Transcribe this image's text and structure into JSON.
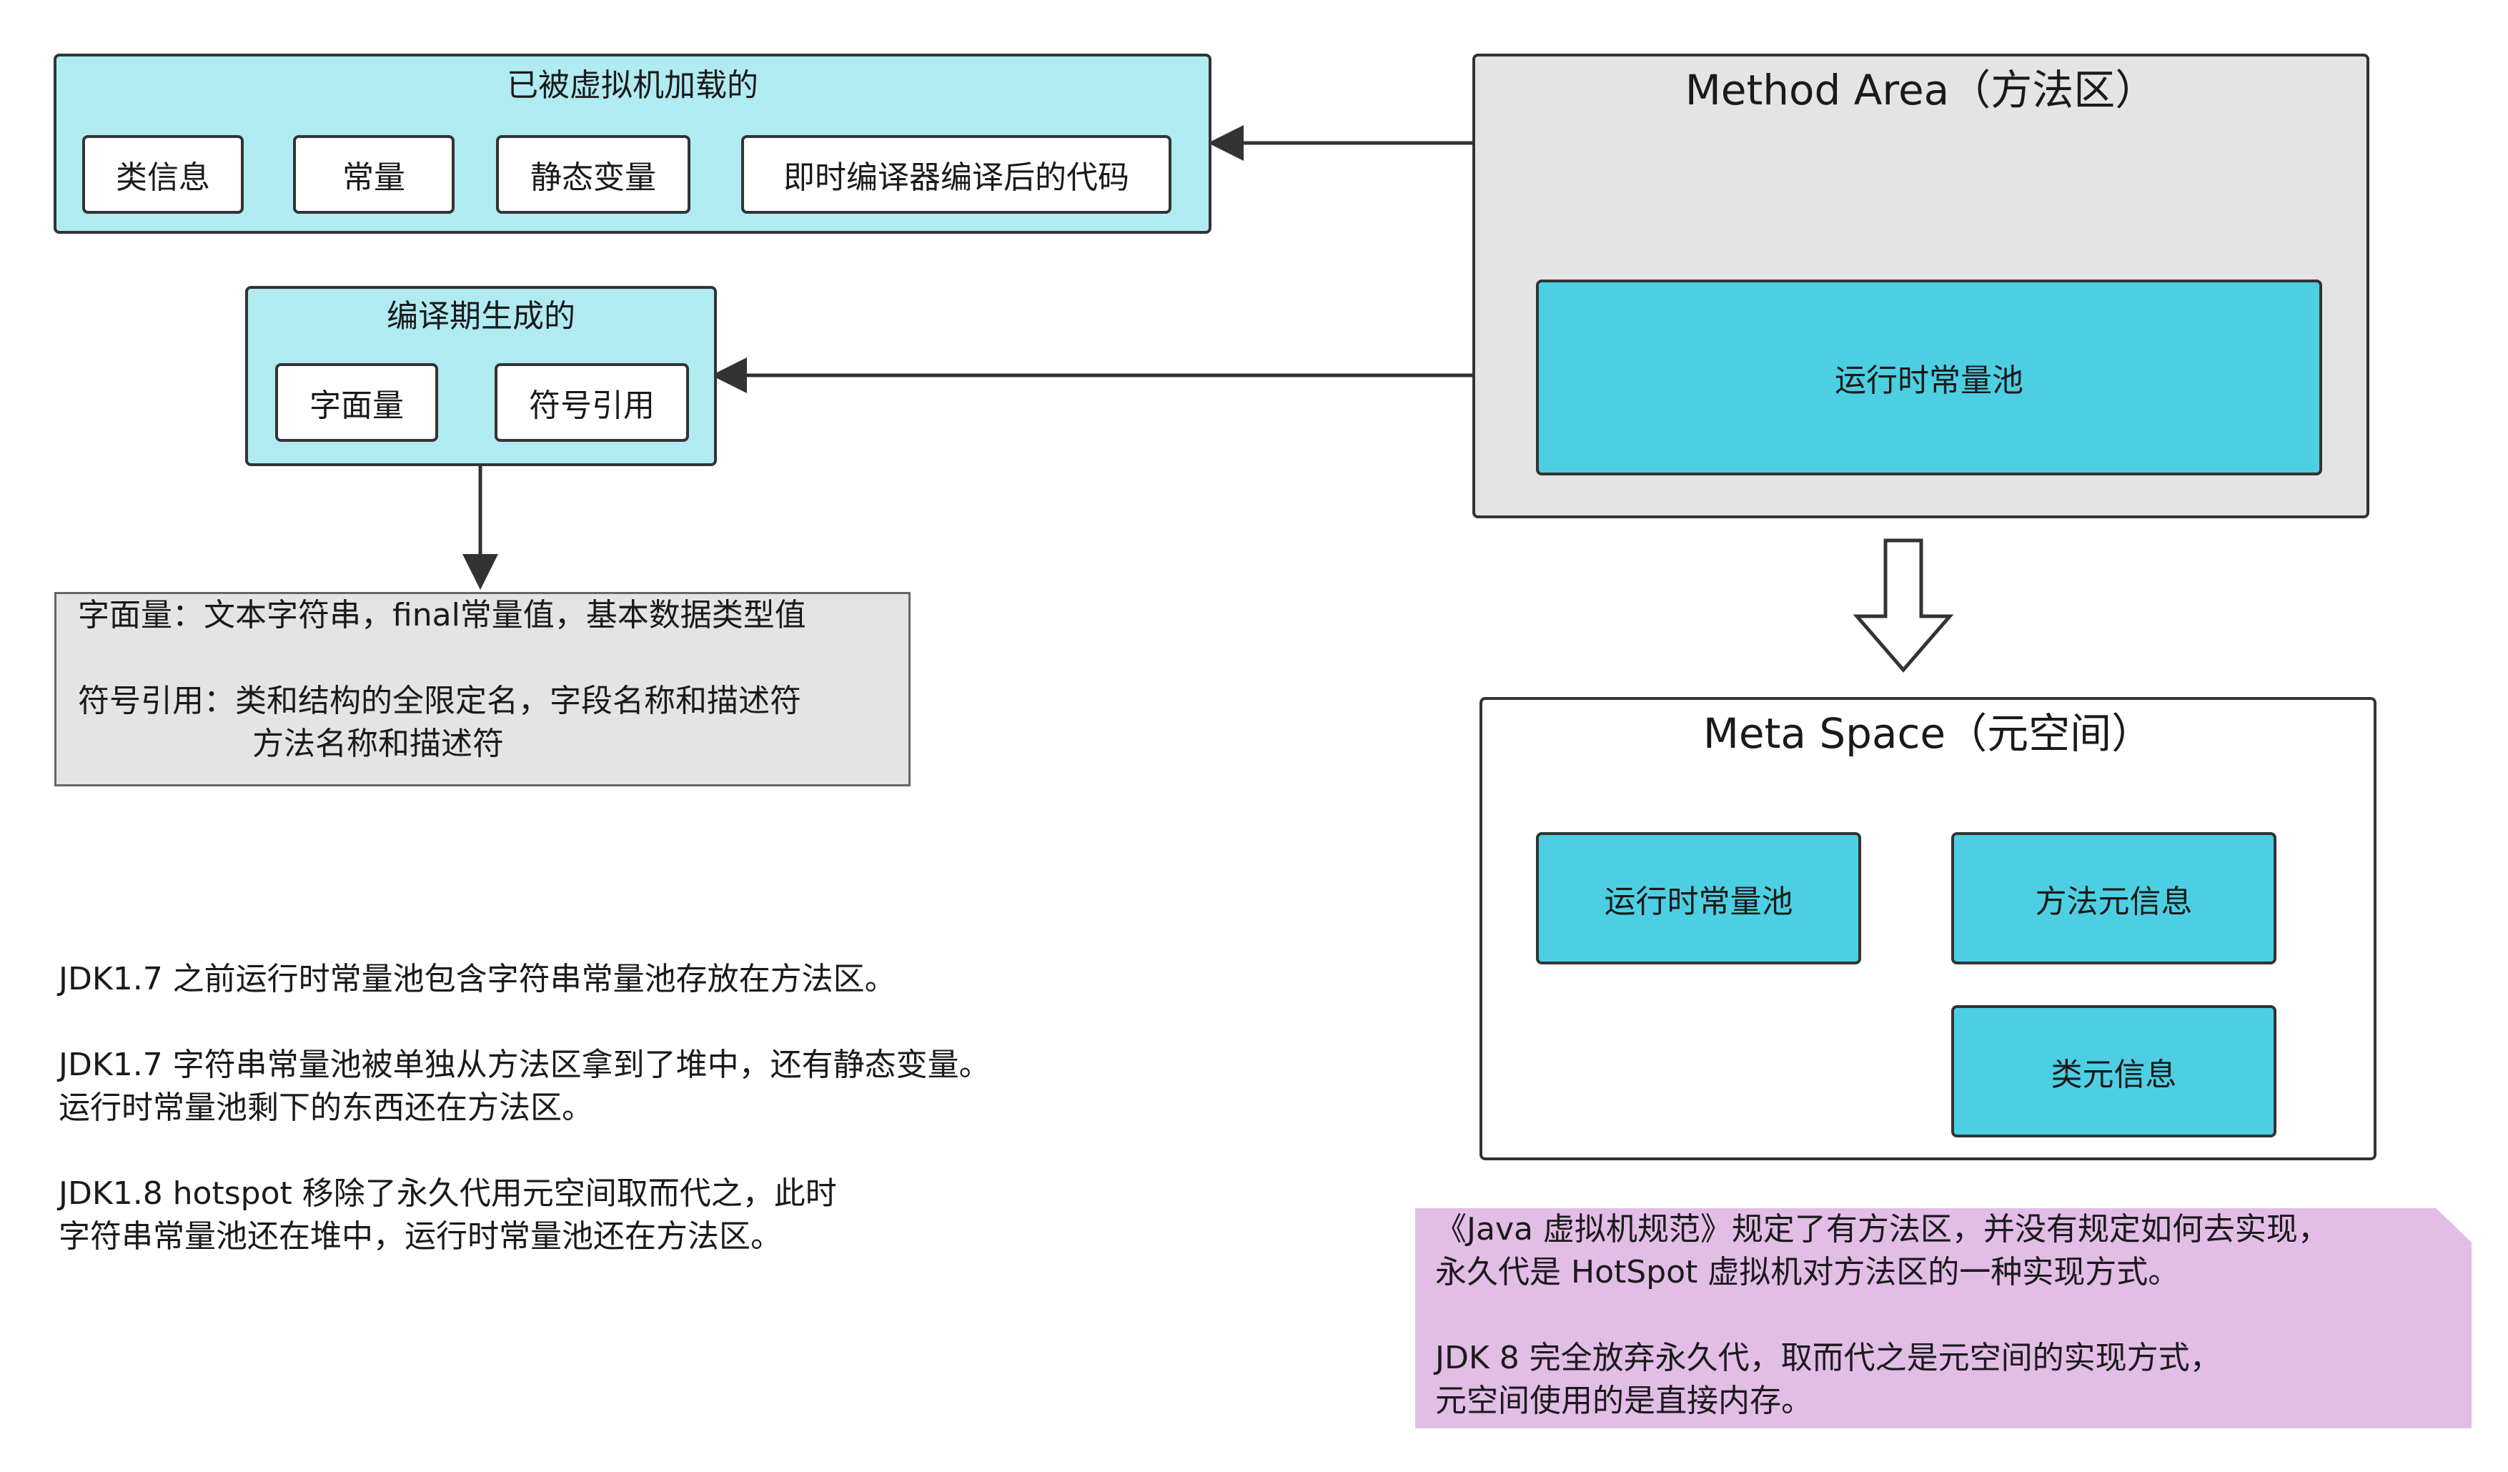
{
  "loaded_group": {
    "title": "已被虚拟机加载的",
    "items": [
      "类信息",
      "常量",
      "静态变量",
      "即时编译器编译后的代码"
    ]
  },
  "compile_group": {
    "title": "编译期生成的",
    "items": [
      "字面量",
      "符号引用"
    ]
  },
  "note": {
    "lines": [
      "字面量：文本字符串，final常量值，基本数据类型值",
      "",
      "符号引用：类和结构的全限定名，字段名称和描述符"
    ],
    "indented_line": "方法名称和描述符"
  },
  "method_area": {
    "title": "Method Area（方法区）",
    "inner": "运行时常量池"
  },
  "meta_space": {
    "title": "Meta Space（元空间）",
    "items": [
      "运行时常量池",
      "方法元信息",
      "类元信息"
    ]
  },
  "jdk_notes": [
    "JDK1.7 之前运行时常量池包含字符串常量池存放在方法区。",
    "",
    "JDK1.7 字符串常量池被单独从方法区拿到了堆中，还有静态变量。",
    "运行时常量池剩下的东西还在方法区。",
    "",
    "JDK1.8 hotspot 移除了永久代用元空间取而代之，此时",
    "字符串常量池还在堆中，运行时常量池还在方法区。"
  ],
  "sticky_note": [
    "《Java 虚拟机规范》规定了有方法区，并没有规定如何去实现，",
    "永久代是 HotSpot 虚拟机对方法区的一种实现方式。",
    "",
    "JDK 8 完全放弃永久代，取而代之是元空间的实现方式，",
    " 元空间使用的是直接内存。"
  ],
  "colors": {
    "light_cyan": "#b0ebf2",
    "cyan": "#4dcfe3",
    "grey": "#e4e4e4",
    "sticky": "#e2bde6",
    "line": "#333333"
  }
}
